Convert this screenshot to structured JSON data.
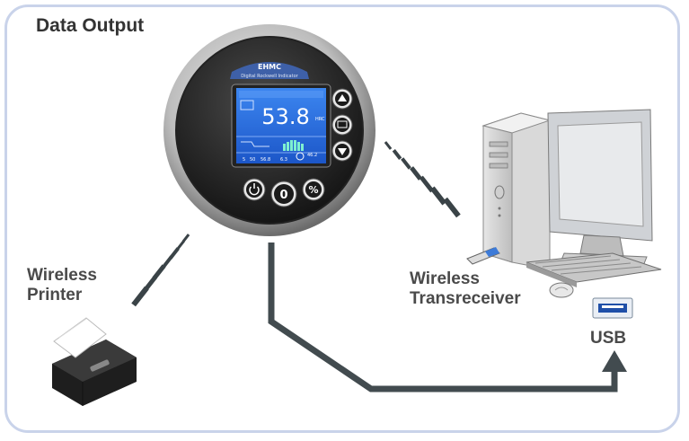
{
  "title": "Data Output",
  "device": {
    "brand": "EHMC",
    "subtitle": "Digital Rockwell Indicator",
    "reading": "53.8",
    "unit": "HRC",
    "small_left_1": "5",
    "small_left_2": "50",
    "small_mid_1": "56.8",
    "small_mid_2": "6.3",
    "small_right": "46.2",
    "btn_center": "0",
    "btn_percent": "%"
  },
  "labels": {
    "printer": [
      "Wireless",
      "Printer"
    ],
    "transceiver": [
      "Wireless",
      "Transreceiver"
    ],
    "usb": "USB"
  },
  "colors": {
    "signal": "#3a4347",
    "cable": "#424b4f",
    "frame": "#c9d3ea",
    "lcd": "#2a6fe0"
  }
}
